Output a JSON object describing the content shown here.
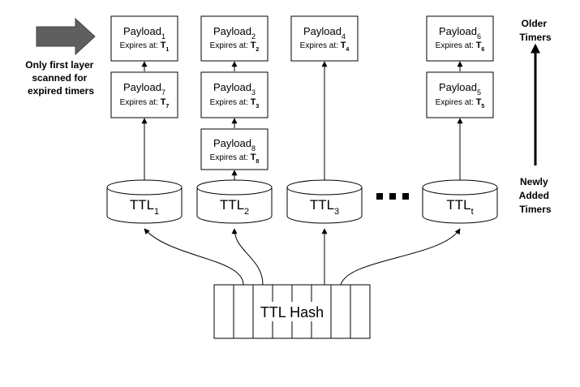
{
  "payloads": [
    {
      "id": "p1",
      "name": "Payload",
      "index": "1",
      "expires_text": "Expires at:",
      "timer": "T",
      "timer_index": "1"
    },
    {
      "id": "p7",
      "name": "Payload",
      "index": "7",
      "expires_text": "Expires at:",
      "timer": "T",
      "timer_index": "7"
    },
    {
      "id": "p2",
      "name": "Payload",
      "index": "2",
      "expires_text": "Expires at:",
      "timer": "T",
      "timer_index": "2"
    },
    {
      "id": "p3",
      "name": "Payload",
      "index": "3",
      "expires_text": "Expires at:",
      "timer": "T",
      "timer_index": "3"
    },
    {
      "id": "p8",
      "name": "Payload",
      "index": "8",
      "expires_text": "Expires at:",
      "timer": "T",
      "timer_index": "8"
    },
    {
      "id": "p4",
      "name": "Payload",
      "index": "4",
      "expires_text": "Expires at:",
      "timer": "T",
      "timer_index": "4"
    },
    {
      "id": "p6",
      "name": "Payload",
      "index": "6",
      "expires_text": "Expires at:",
      "timer": "T",
      "timer_index": "6"
    },
    {
      "id": "p5",
      "name": "Payload",
      "index": "5",
      "expires_text": "Expires at:",
      "timer": "T",
      "timer_index": "5"
    }
  ],
  "buckets": [
    {
      "name": "TTL",
      "index": "1"
    },
    {
      "name": "TTL",
      "index": "2"
    },
    {
      "name": "TTL",
      "index": "3"
    },
    {
      "name": "TTL",
      "index": "t"
    }
  ],
  "hash_label": "TTL Hash",
  "ellipsis": "■ ■ ■",
  "scan_note": [
    "Only first layer",
    "scanned for",
    "expired timers"
  ],
  "older_label": [
    "Older",
    "Timers"
  ],
  "newer_label": [
    "Newly",
    "Added",
    "Timers"
  ],
  "colors": {
    "stroke": "#000000",
    "scan_arrow": "#5f5f5f",
    "fill": "#ffffff"
  }
}
